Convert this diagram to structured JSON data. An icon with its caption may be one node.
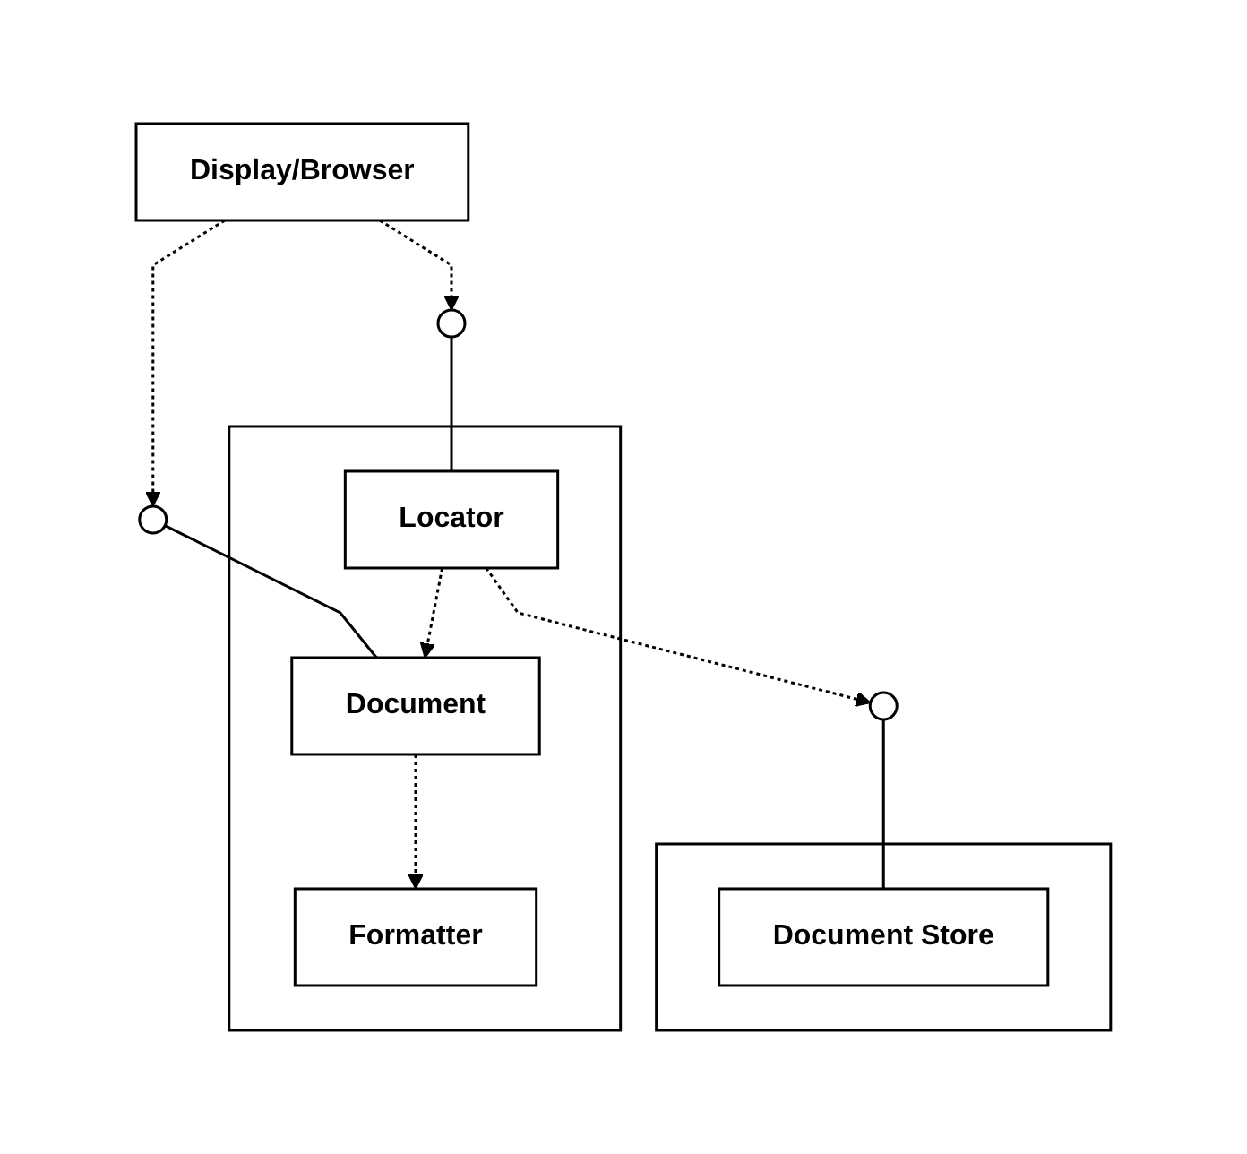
{
  "diagram": {
    "nodes": [
      {
        "text": [
          "Display/Browser"
        ]
      },
      {
        "text": [],
        "shape": "circle"
      },
      {
        "text": [],
        "shape": "circle"
      },
      {
        "text": [],
        "shape": "box"
      },
      {
        "text": [
          "Locator"
        ],
        "in": 3
      },
      {
        "text": [
          "Document"
        ],
        "in": 3
      },
      {
        "text": [
          "Formatter"
        ],
        "in": 3
      },
      {
        "text": [],
        "shape": "circle"
      },
      {
        "text": [],
        "shape": "box"
      },
      {
        "text": [
          "Document Store"
        ],
        "in": 8
      }
    ],
    "edges": [
      {
        "from": 0,
        "to": 1,
        "arrow": "to",
        "style": "dashed"
      },
      {
        "from": 0,
        "to": 2,
        "arrow": "to",
        "style": "dashed"
      },
      {
        "from": 1,
        "to": 4,
        "arrow": "none"
      },
      {
        "from": 2,
        "to": 5,
        "arrow": "none"
      },
      {
        "from": 4,
        "to": 5,
        "arrow": "to",
        "style": "dashed"
      },
      {
        "from": 5,
        "to": 6,
        "arrow": "to",
        "style": "dashed"
      },
      {
        "from": 4,
        "to": 7,
        "arrow": "to",
        "style": "dashed"
      },
      {
        "from": 7,
        "to": 9,
        "arrow": "none"
      }
    ]
  }
}
